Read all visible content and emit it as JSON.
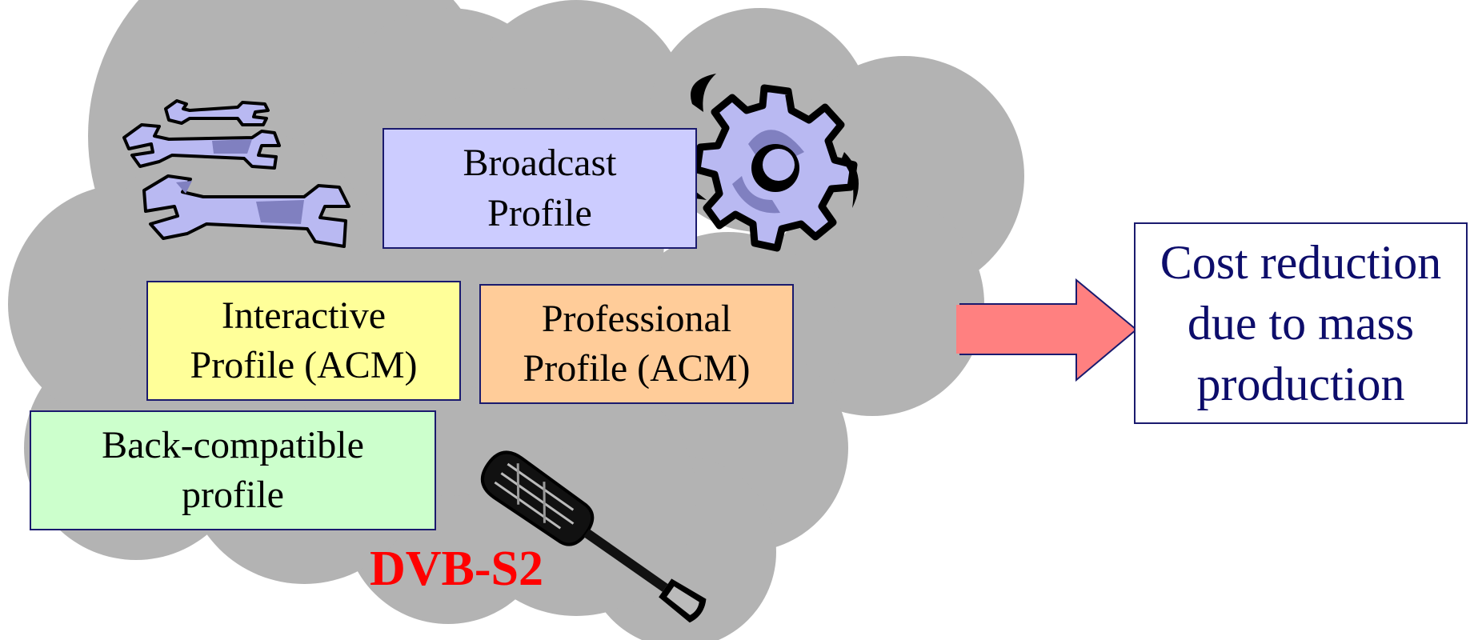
{
  "diagram": {
    "cloud_label": "DVB-S2",
    "profiles": {
      "broadcast": {
        "line1": "Broadcast",
        "line2": "Profile",
        "fill": "#ccccff"
      },
      "interactive": {
        "line1": "Interactive",
        "line2": "Profile (ACM)",
        "fill": "#ffff99"
      },
      "professional": {
        "line1": "Professional",
        "line2": "Profile (ACM)",
        "fill": "#ffcc99"
      },
      "back_compatible": {
        "line1": "Back-compatible",
        "line2": "profile",
        "fill": "#ccffcc"
      }
    },
    "outcome": {
      "line1": "Cost reduction",
      "line2": "due to mass",
      "line3": "production"
    },
    "icons": [
      "wrench-icon",
      "gear-icon",
      "screwdriver-icon"
    ],
    "colors": {
      "cloud": "#b3b3b3",
      "arrow": "#ff8080",
      "label": "#ff0000",
      "outcome_text": "#0d0d6b",
      "border": "#1a1a6e",
      "tool_fill": "#b9b9f2",
      "tool_shade": "#8080c0"
    }
  }
}
